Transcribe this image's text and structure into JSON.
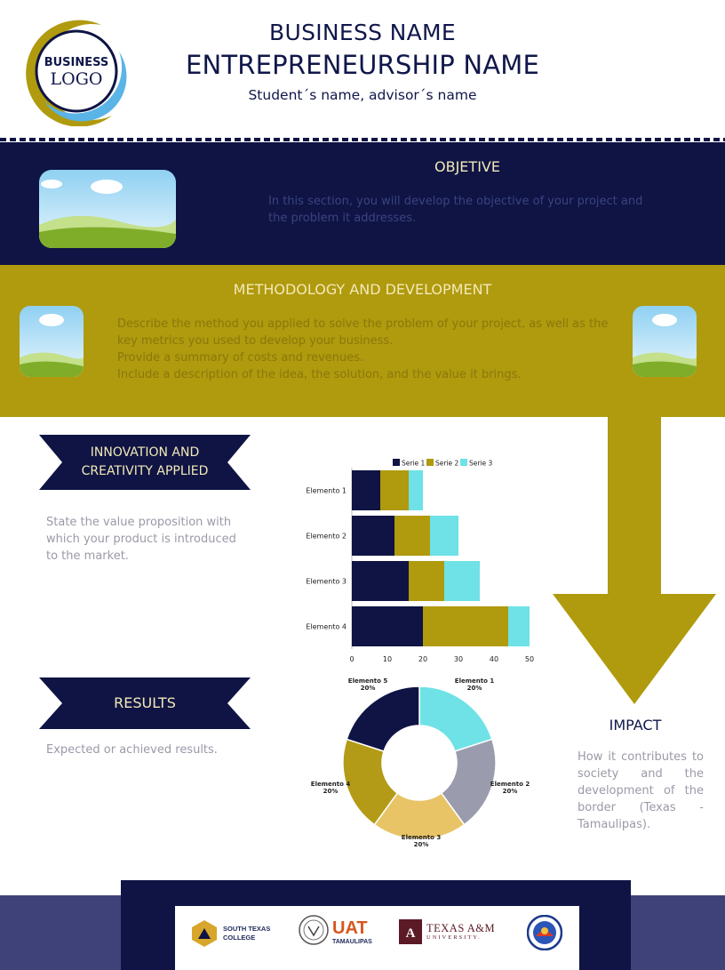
{
  "header": {
    "logo_line1": "BUSINESS",
    "logo_line2": "LOGO",
    "business_name": "BUSINESS NAME",
    "entrepreneurship_name": "ENTREPRENEURSHIP NAME",
    "names": "Student´s name, advisor´s name"
  },
  "objective": {
    "title": "OBJETIVE",
    "text": "In this section, you will develop the objective of your project and the problem it addresses."
  },
  "methodology": {
    "title": "METHODOLOGY AND DEVELOPMENT",
    "lines": [
      "Describe the method you applied to solve the problem of your project, as well as the",
      "key metrics you used to develop your business.",
      "Provide a summary of costs and revenues.",
      "Include a description of the idea, the solution, and the value it brings."
    ]
  },
  "innovation": {
    "title_line1": "INNOVATION AND",
    "title_line2": "CREATIVITY APPLIED",
    "text": "State the value proposition with which your product is introduced to the market."
  },
  "results": {
    "title": "RESULTS",
    "text": "Expected or achieved results."
  },
  "impact": {
    "title": "IMPACT",
    "text": "How it contributes to society and the development of the border (Texas - Tamaulipas)."
  },
  "footer": {
    "stc_line1": "SOUTH TEXAS",
    "stc_line2": "COLLEGE",
    "uat_main": "UAT",
    "uat_sub": "TAMAULIPAS",
    "tamu_main": "TEXAS A&M",
    "tamu_sub": "UNIVERSITY."
  },
  "colors": {
    "navy": "#0f1444",
    "gold": "#b09a0e",
    "cyan": "#6ee2e6",
    "gray": "#9a9cae",
    "sand": "#e8c466",
    "olive_gold": "#b39b17"
  },
  "chart_data": [
    {
      "type": "bar",
      "orientation": "horizontal",
      "stacked": true,
      "categories": [
        "Elemento 1",
        "Elemento 2",
        "Elemento 3",
        "Elemento 4"
      ],
      "series": [
        {
          "name": "Serie 1",
          "values": [
            8,
            12,
            16,
            20
          ],
          "color": "#0f1444"
        },
        {
          "name": "Serie 2",
          "values": [
            8,
            10,
            10,
            24
          ],
          "color": "#b09a0e"
        },
        {
          "name": "Serie 3",
          "values": [
            4,
            8,
            10,
            6
          ],
          "color": "#6ee2e6"
        }
      ],
      "xlim": [
        0,
        50
      ],
      "xticks": [
        0,
        10,
        20,
        30,
        40,
        50
      ],
      "legend": "top"
    },
    {
      "type": "pie",
      "donut": true,
      "slices": [
        {
          "label": "Elemento 1",
          "value": 20,
          "pct_label": "20%",
          "color": "#6ee2e6"
        },
        {
          "label": "Elemento 2",
          "value": 20,
          "pct_label": "20%",
          "color": "#9a9cae"
        },
        {
          "label": "Elemento 3",
          "value": 20,
          "pct_label": "20%",
          "color": "#e8c466"
        },
        {
          "label": "Elemento 4",
          "value": 20,
          "pct_label": "20%",
          "color": "#b39b17"
        },
        {
          "label": "Elemento 5",
          "value": 20,
          "pct_label": "20%",
          "color": "#0f1444"
        }
      ]
    }
  ]
}
